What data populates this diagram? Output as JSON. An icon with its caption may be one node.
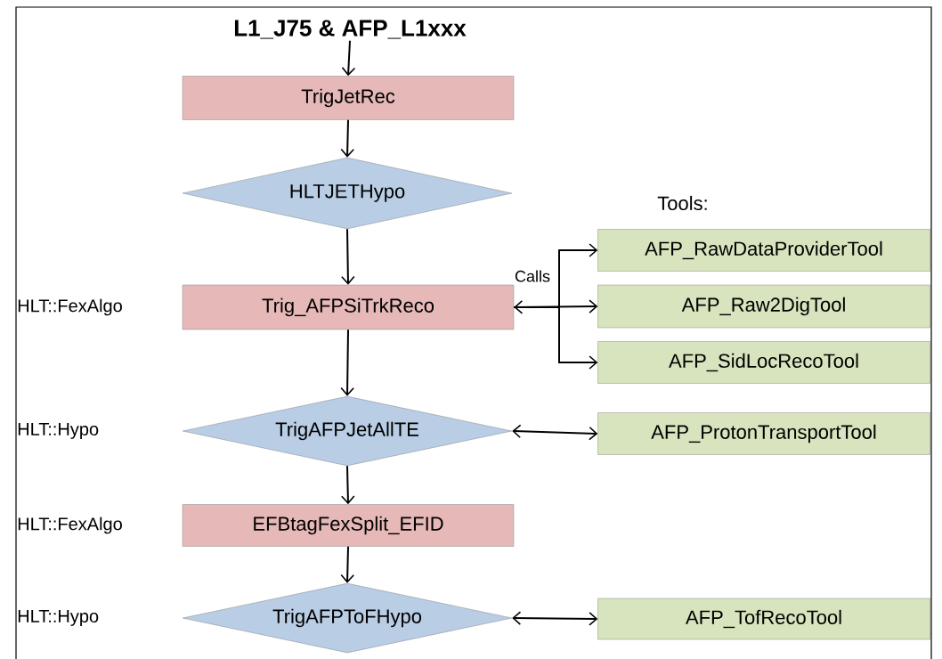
{
  "diagram": {
    "nodes": [
      {
        "text": [
          "L1_J75 & AFP_L1xxx"
        ]
      },
      {
        "text": [
          "TrigJetRec"
        ]
      },
      {
        "text": [
          "HLTJETHypo"
        ]
      },
      {
        "text": [
          "Trig_AFPSiTrkReco"
        ]
      },
      {
        "text": [
          "TrigAFPJetAllTE"
        ]
      },
      {
        "text": [
          "EFBtagFexSplit_EFID"
        ]
      },
      {
        "text": [
          "TrigAFPToFHypo"
        ]
      },
      {
        "text": [
          "AFP_RawDataProviderTool"
        ]
      },
      {
        "text": [
          "AFP_Raw2DigTool"
        ]
      },
      {
        "text": [
          "AFP_SidLocRecoTool"
        ]
      },
      {
        "text": [
          "AFP_ProtonTransportTool"
        ]
      },
      {
        "text": [
          "AFP_TofRecoTool"
        ]
      }
    ],
    "edges": [
      {
        "from": 0,
        "to": 1,
        "arrow": "to"
      },
      {
        "from": 1,
        "to": 2,
        "arrow": "to"
      },
      {
        "from": 2,
        "to": 3,
        "arrow": "to"
      },
      {
        "from": 3,
        "to": 4,
        "arrow": "to"
      },
      {
        "from": 4,
        "to": 5,
        "arrow": "to"
      },
      {
        "from": 5,
        "to": 6,
        "arrow": "to"
      },
      {
        "from": 3,
        "to": 7,
        "arrow": "to",
        "label": "Calls"
      },
      {
        "from": 3,
        "to": 8,
        "arrow": "both"
      },
      {
        "from": 3,
        "to": 9,
        "arrow": "to"
      },
      {
        "from": 4,
        "to": 10,
        "arrow": "both"
      },
      {
        "from": 6,
        "to": 11,
        "arrow": "both"
      }
    ],
    "labels": [
      "Tools:",
      "HLT::FexAlgo",
      "HLT::Hypo",
      "HLT::FexAlgo",
      "HLT::Hypo"
    ]
  }
}
